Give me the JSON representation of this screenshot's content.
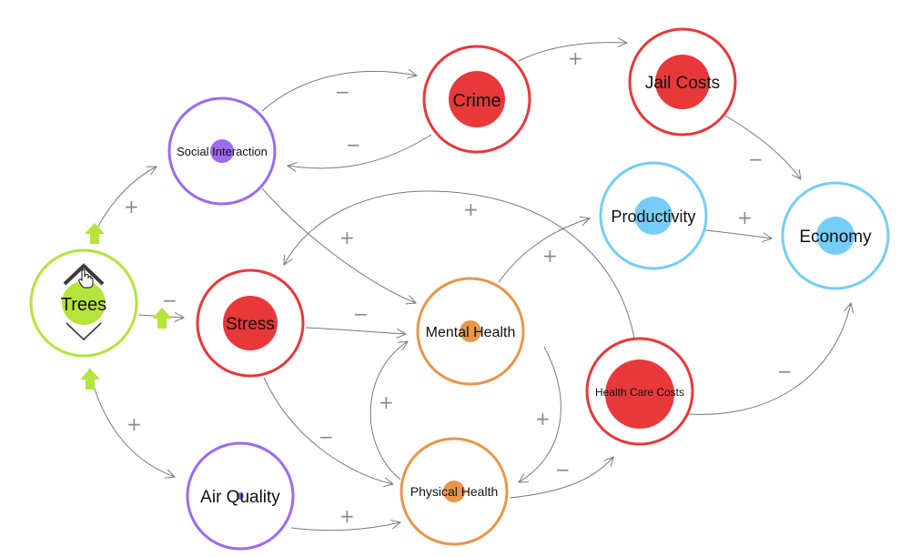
{
  "colors": {
    "red": "#e8383a",
    "purple": "#9c6bef",
    "blue": "#76cdf7",
    "orange": "#e8964a",
    "green": "#b5e43a",
    "edge": "#7a7a7a",
    "sign": "#8a8a8a",
    "control_dark": "#3a3a3a"
  },
  "nodes": {
    "trees": {
      "label": "Trees",
      "color": "green",
      "level": "medium"
    },
    "social_interaction": {
      "label": "Social Interaction",
      "color": "purple",
      "level": "low"
    },
    "crime": {
      "label": "Crime",
      "color": "red",
      "level": "high"
    },
    "jail_costs": {
      "label": "Jail Costs",
      "color": "red",
      "level": "high"
    },
    "productivity": {
      "label": "Productivity",
      "color": "blue",
      "level": "medium"
    },
    "economy": {
      "label": "Economy",
      "color": "blue",
      "level": "medium"
    },
    "stress": {
      "label": "Stress",
      "color": "red",
      "level": "high"
    },
    "mental_health": {
      "label": "Mental Health",
      "color": "orange",
      "level": "low"
    },
    "health_care_costs": {
      "label": "Health Care Costs",
      "color": "red",
      "level": "high"
    },
    "air_quality": {
      "label": "Air Quality",
      "color": "purple",
      "level": "very-low"
    },
    "physical_health": {
      "label": "Physical Health",
      "color": "orange",
      "level": "low"
    }
  },
  "edges": [
    {
      "from": "trees",
      "to": "social_interaction",
      "sign": "+"
    },
    {
      "from": "trees",
      "to": "stress",
      "sign": "−"
    },
    {
      "from": "trees",
      "to": "air_quality",
      "sign": "+"
    },
    {
      "from": "social_interaction",
      "to": "crime",
      "sign": "−"
    },
    {
      "from": "crime",
      "to": "social_interaction",
      "sign": "−"
    },
    {
      "from": "crime",
      "to": "jail_costs",
      "sign": "+"
    },
    {
      "from": "jail_costs",
      "to": "economy",
      "sign": "−"
    },
    {
      "from": "productivity",
      "to": "economy",
      "sign": "+"
    },
    {
      "from": "social_interaction",
      "to": "mental_health",
      "sign": "+"
    },
    {
      "from": "health_care_costs",
      "to": "stress",
      "sign": "+"
    },
    {
      "from": "stress",
      "to": "mental_health",
      "sign": "−"
    },
    {
      "from": "mental_health",
      "to": "productivity",
      "sign": "+"
    },
    {
      "from": "stress",
      "to": "physical_health",
      "sign": "−"
    },
    {
      "from": "physical_health",
      "to": "mental_health",
      "sign": "+"
    },
    {
      "from": "mental_health",
      "to": "physical_health",
      "sign": "+"
    },
    {
      "from": "physical_health",
      "to": "health_care_costs",
      "sign": "−"
    },
    {
      "from": "health_care_costs",
      "to": "economy",
      "sign": "−"
    },
    {
      "from": "air_quality",
      "to": "physical_health",
      "sign": "+"
    }
  ],
  "controls": {
    "selected_node": "trees",
    "increase_icon": "chevron-up-icon",
    "decrease_icon": "chevron-down-icon",
    "cursor_icon": "hand-pointer-icon",
    "effect_arrow_icon": "arrow-up-icon"
  }
}
